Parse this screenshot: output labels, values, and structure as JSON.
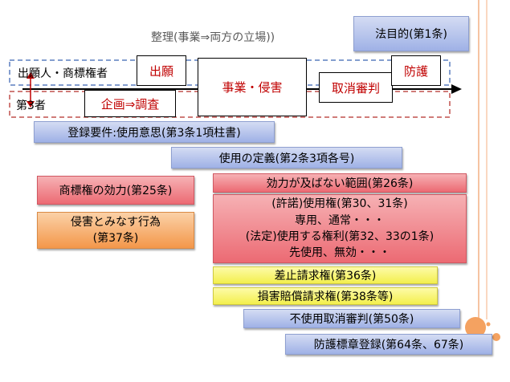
{
  "heading": "整理(事業⇒両方の立場))",
  "purpose": "法目的(第1条)",
  "lanes": {
    "applicant": "出願人・商標権者",
    "third_party": "第3者"
  },
  "flow": {
    "application": "出願",
    "business": "事業・侵害",
    "cancellation": "取消審判",
    "protection": "防護",
    "planning": "企画⇒調査"
  },
  "provisions": {
    "registration_requirement": "登録要件:使用意思(第3条1項柱書)",
    "definition_of_use": "使用の定義(第2条3項各号)",
    "trademark_effect": "商標権の効力(第25条)",
    "deemed_infringement": [
      "侵害とみなす行為",
      "(第37条)"
    ],
    "limits_of_effect": "効力が及ばない範囲(第26条)",
    "licenses": [
      "(許諾)使用権(第30、31条)",
      "専用、通常・・・",
      "(法定)使用する権利(第32、33の1条)",
      "先使用、無効・・・"
    ],
    "injunction": "差止請求権(第36条)",
    "damages": "損害賠償請求権(第38条等)",
    "non_use_cancellation": "不使用取消審判(第50条)",
    "defensive_registration": "防護標章登録(第64条、67条)"
  },
  "colors": {
    "blue": "#9fb1e6",
    "red": "#ec6a73",
    "orange": "#f3974a",
    "yellow": "#f3ef4d",
    "accent_text": "#c00000",
    "frame": "#f4a261"
  }
}
